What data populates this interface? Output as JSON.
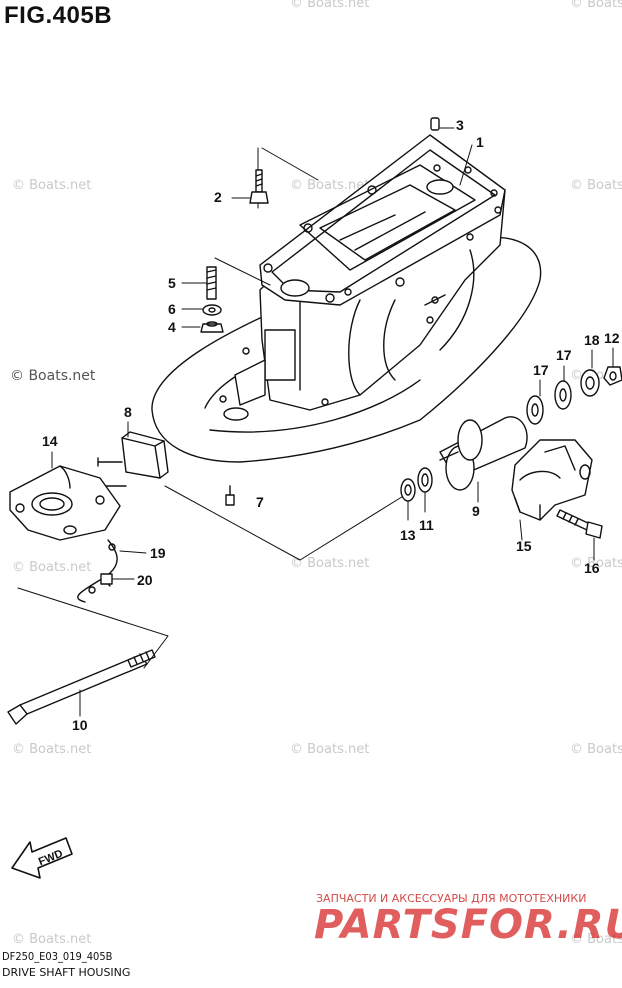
{
  "figure": {
    "title": "FIG.405B"
  },
  "watermark": {
    "text": "© Boats.net"
  },
  "callouts": [
    "1",
    "2",
    "3",
    "4",
    "5",
    "6",
    "7",
    "8",
    "9",
    "10",
    "11",
    "12",
    "13",
    "14",
    "15",
    "16",
    "17",
    "17",
    "18",
    "19",
    "20"
  ],
  "fwd_label": "FWD",
  "footer": {
    "code": "DF250_E03_019_405B",
    "name": "DRIVE SHAFT HOUSING"
  },
  "brand": {
    "tagline": "ЗАПЧАСТИ И АКСЕССУАРЫ ДЛЯ МОТОТЕХНИКИ",
    "name": "PARTSFOR.RU"
  }
}
